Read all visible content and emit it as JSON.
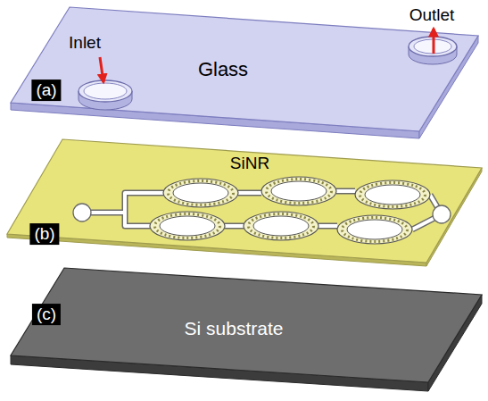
{
  "diagram": {
    "nodes": [
      {
        "text": [
          "Glass"
        ]
      },
      {
        "text": [
          "SiNR"
        ]
      },
      {
        "text": [
          "Si substrate"
        ]
      }
    ],
    "labels": [
      "Inlet",
      "Outlet",
      "(a)",
      "(b)",
      "(c)"
    ]
  }
}
